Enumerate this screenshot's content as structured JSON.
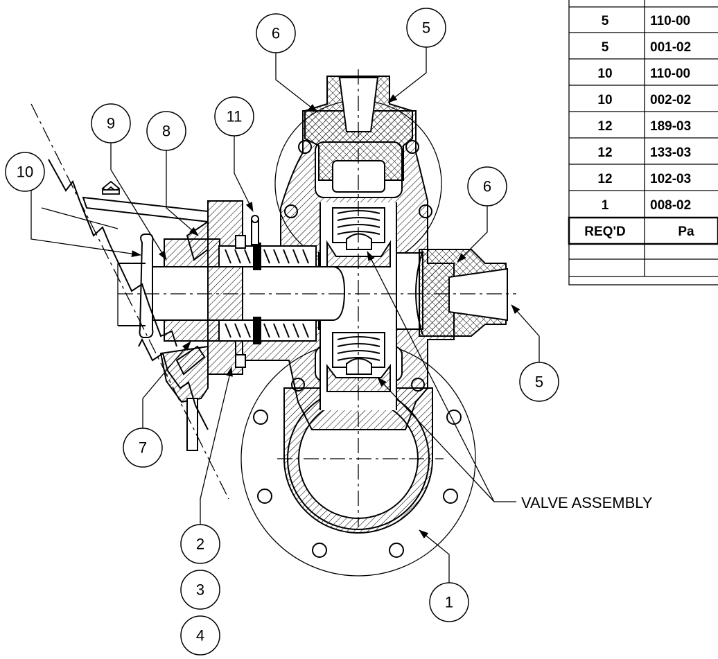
{
  "parts_table": {
    "rows": [
      {
        "qty": "5",
        "part": "110-00"
      },
      {
        "qty": "5",
        "part": "001-02"
      },
      {
        "qty": "10",
        "part": "110-00"
      },
      {
        "qty": "10",
        "part": "002-02"
      },
      {
        "qty": "12",
        "part": "189-03"
      },
      {
        "qty": "12",
        "part": "133-03"
      },
      {
        "qty": "12",
        "part": "102-03"
      },
      {
        "qty": "1",
        "part": "008-02"
      }
    ],
    "header_qty": "REQ'D",
    "header_part": "Pa"
  },
  "balloons": {
    "b6_top": "6",
    "b5_top": "5",
    "b9": "9",
    "b8": "8",
    "b11": "11",
    "b10": "10",
    "b6_right": "6",
    "b5_right": "5",
    "b7": "7",
    "b2": "2",
    "b3": "3",
    "b4": "4",
    "b1": "1"
  },
  "labels": {
    "valve_assembly": "VALVE ASSEMBLY"
  }
}
